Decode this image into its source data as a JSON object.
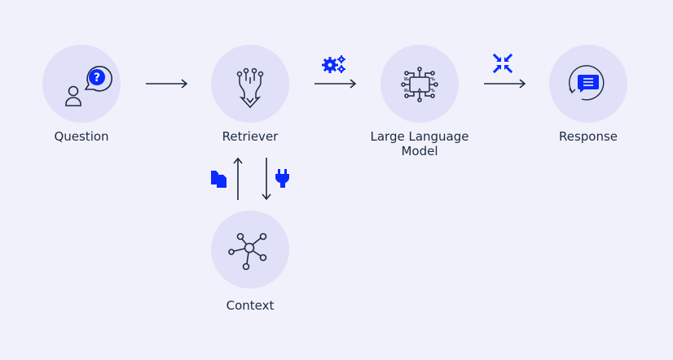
{
  "colors": {
    "background": "#f1f1fc",
    "node_fill": "#e0e0f8",
    "stroke": "#1c2a3f",
    "accent": "#0a2bff"
  },
  "nodes": [
    {
      "id": "question",
      "label": "Question",
      "icon": "person-question-bubble-icon"
    },
    {
      "id": "retriever",
      "label": "Retriever",
      "icon": "circuit-funnel-icon"
    },
    {
      "id": "llm",
      "label": "Large Language Model",
      "icon": "chip-circuit-icon"
    },
    {
      "id": "response",
      "label": "Response",
      "icon": "chat-refresh-icon"
    },
    {
      "id": "context",
      "label": "Context",
      "icon": "network-hub-icon"
    }
  ],
  "edges": [
    {
      "from": "question",
      "to": "retriever",
      "direction": "right",
      "icon": null
    },
    {
      "from": "retriever",
      "to": "llm",
      "direction": "right",
      "icon": "gears-icon"
    },
    {
      "from": "llm",
      "to": "response",
      "direction": "right",
      "icon": "compress-icon"
    },
    {
      "from": "context",
      "to": "retriever",
      "direction": "up",
      "icon": "documents-icon"
    },
    {
      "from": "retriever",
      "to": "context",
      "direction": "down",
      "icon": "plug-icon"
    }
  ]
}
